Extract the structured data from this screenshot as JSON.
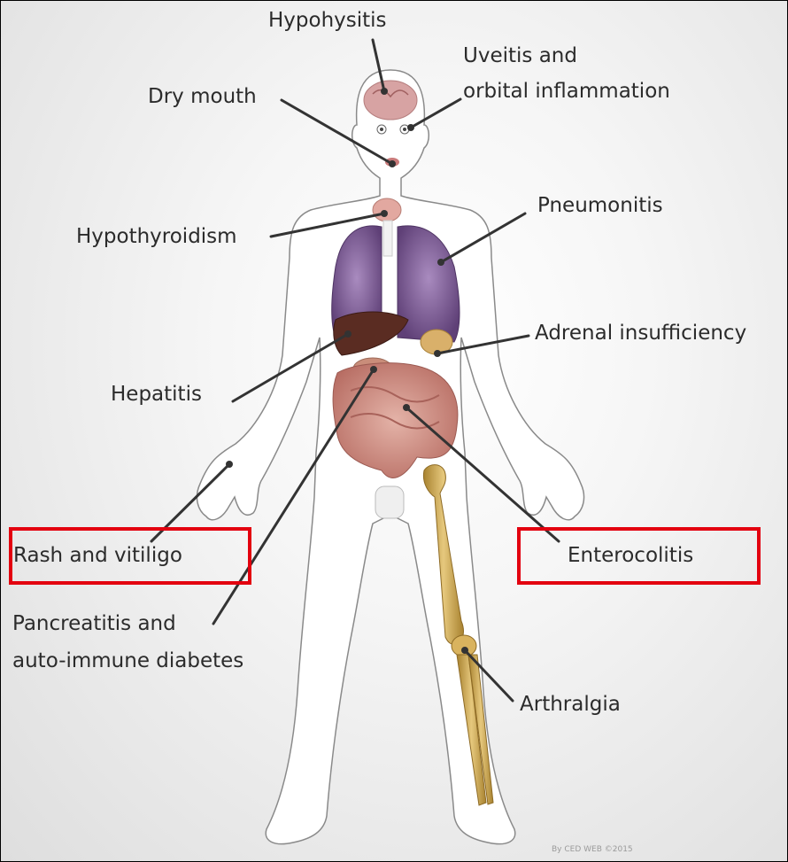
{
  "labels": {
    "hypophysitis": "Hypohysitis",
    "uveitis_line1": "Uveitis and",
    "uveitis_line2": "orbital inflammation",
    "dry_mouth": "Dry mouth",
    "pneumonitis": "Pneumonitis",
    "hypothyroidism": "Hypothyroidism",
    "adrenal": "Adrenal insufficiency",
    "hepatitis": "Hepatitis",
    "rash": "Rash and vitiligo",
    "enterocolitis": "Enterocolitis",
    "pancreatitis_line1": "Pancreatitis and",
    "pancreatitis_line2": "auto-immune diabetes",
    "arthralgia": "Arthralgia"
  },
  "credit": "By CED WEB ©2015",
  "colors": {
    "highlight_box": "#e3000f",
    "leader_line": "#333333",
    "lungs": "#7b5a93",
    "liver": "#5a2c22",
    "bone": "#c9a24e"
  }
}
